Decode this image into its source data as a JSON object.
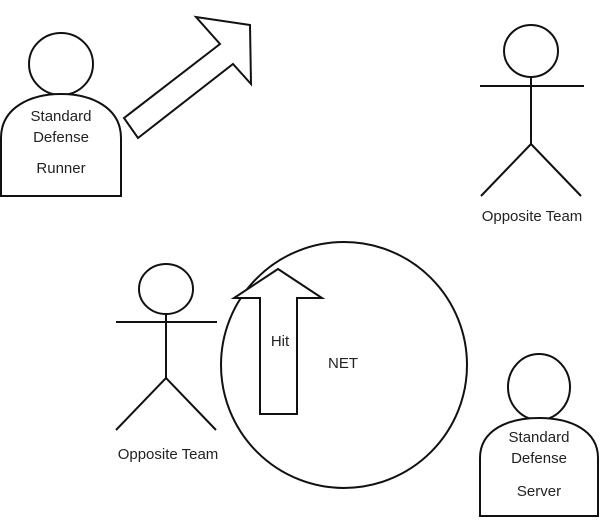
{
  "colors": {
    "stroke": "#111111",
    "fill": "#ffffff",
    "text": "#222222"
  },
  "runner": {
    "line1": "Standard",
    "line2": "Defense",
    "line3": "Runner"
  },
  "opposite_team_top": {
    "label": "Opposite Team"
  },
  "opposite_team_bottom": {
    "label": "Opposite Team"
  },
  "net": {
    "label": "NET"
  },
  "hit_arrow": {
    "label": "Hit"
  },
  "server": {
    "line1": "Standard",
    "line2": "Defense",
    "line3": "Server"
  }
}
